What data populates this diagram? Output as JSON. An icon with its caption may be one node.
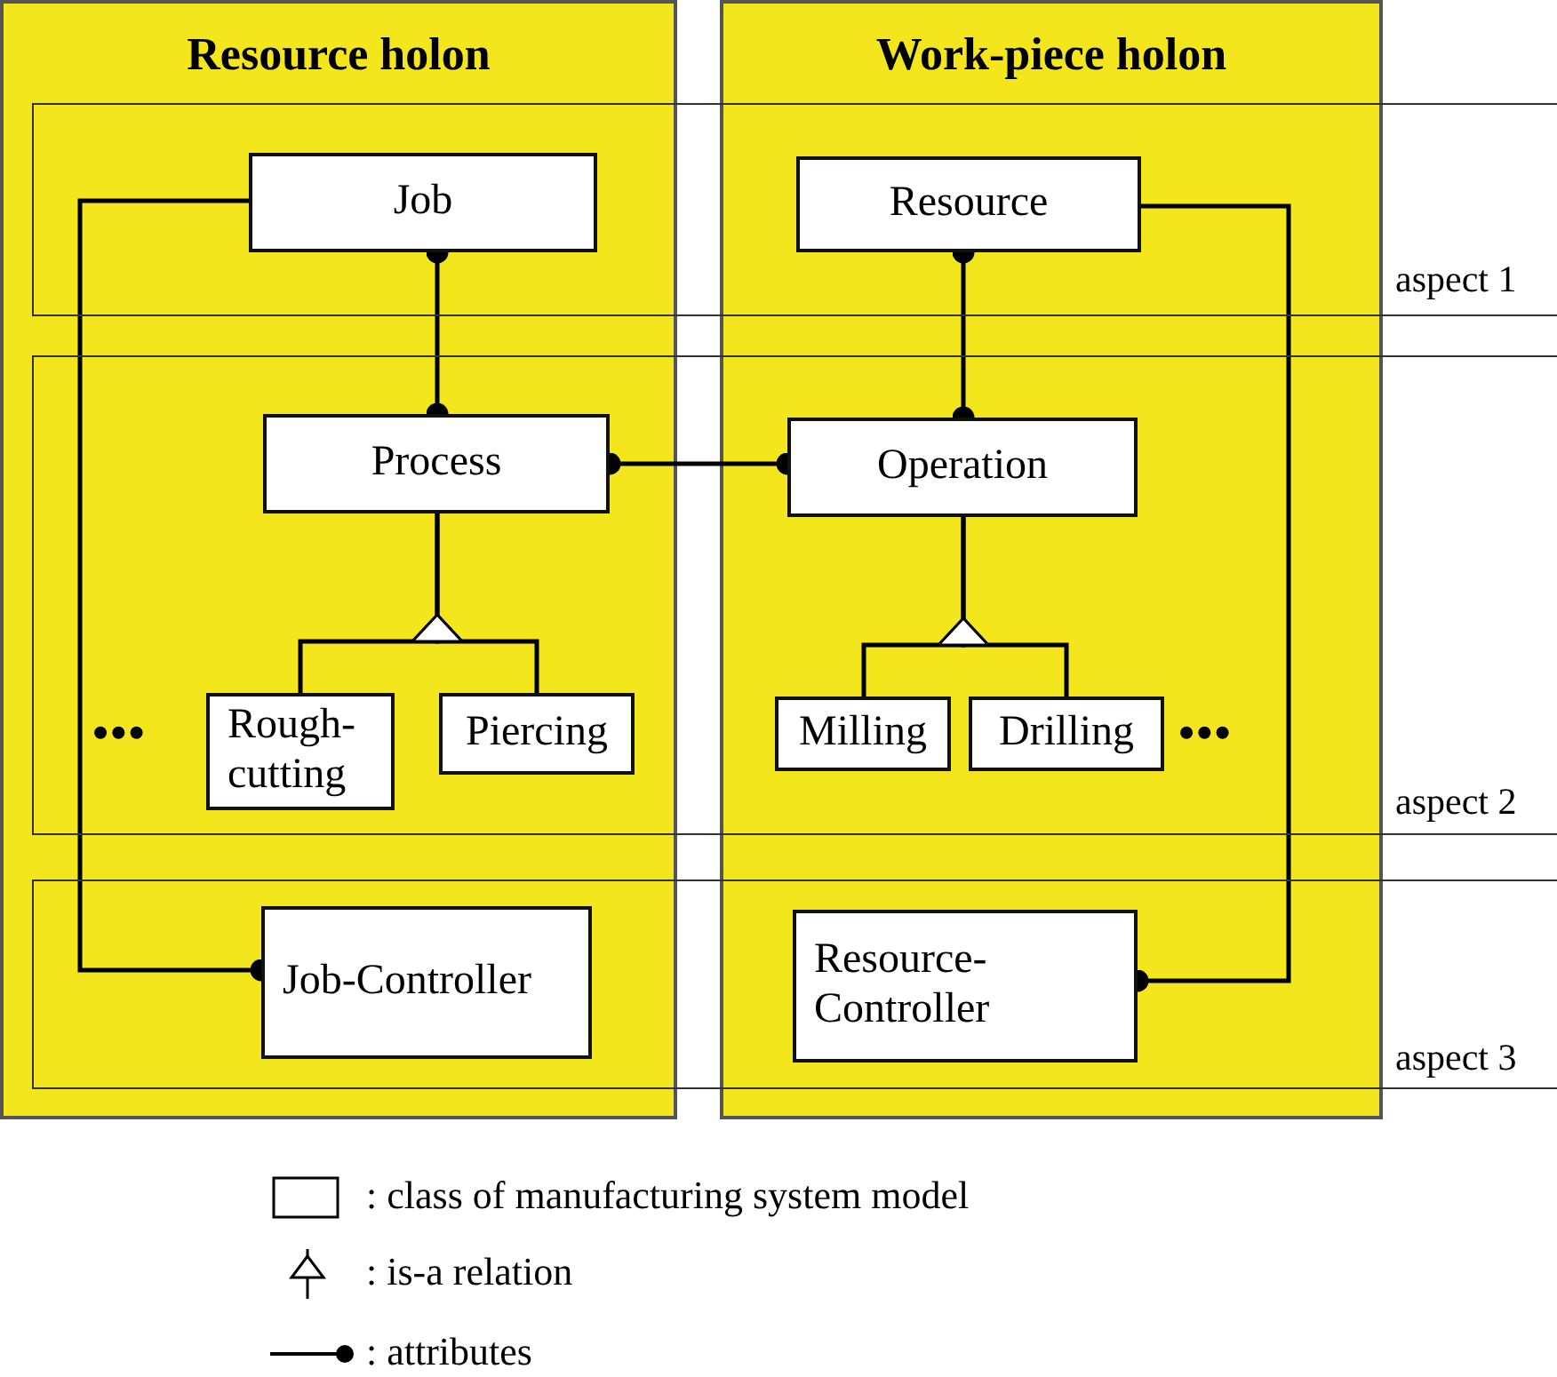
{
  "diagram": {
    "nodes": [
      {
        "text": [
          "Resource holon"
        ]
      },
      {
        "text": [
          "Work-piece holon"
        ]
      },
      {
        "text": [
          "Job"
        ],
        "in": 0
      },
      {
        "text": [
          "Resource"
        ],
        "in": 1
      },
      {
        "text": [
          "Process"
        ],
        "in": 0
      },
      {
        "text": [
          "Operation"
        ],
        "in": 1
      },
      {
        "text": [
          "Rough-cutting"
        ],
        "in": 0
      },
      {
        "text": [
          "Piercing"
        ],
        "in": 0
      },
      {
        "text": [
          "Milling"
        ],
        "in": 1
      },
      {
        "text": [
          "Drilling"
        ],
        "in": 1
      },
      {
        "text": [
          "Job-Controller"
        ],
        "in": 0
      },
      {
        "text": [
          "Resource-Controller"
        ],
        "in": 1
      }
    ],
    "edges": [
      {
        "from": 2,
        "to": 4,
        "arrow": "other"
      },
      {
        "from": 3,
        "to": 5,
        "arrow": "other"
      },
      {
        "from": 4,
        "to": 5,
        "arrow": "other"
      },
      {
        "from": 6,
        "to": 4,
        "arrow": "to"
      },
      {
        "from": 7,
        "to": 4,
        "arrow": "to"
      },
      {
        "from": 8,
        "to": 5,
        "arrow": "to"
      },
      {
        "from": 9,
        "to": 5,
        "arrow": "to"
      },
      {
        "from": 2,
        "to": 10,
        "arrow": "other"
      },
      {
        "from": 3,
        "to": 11,
        "arrow": "other"
      }
    ],
    "labels": [
      "aspect 1",
      "•••",
      "•••",
      "aspect 2",
      "aspect 3"
    ],
    "legend": [
      {
        "text": ": class of manufacturing system model"
      },
      {
        "text": ": is-a relation"
      },
      {
        "text": ": attributes"
      }
    ]
  }
}
